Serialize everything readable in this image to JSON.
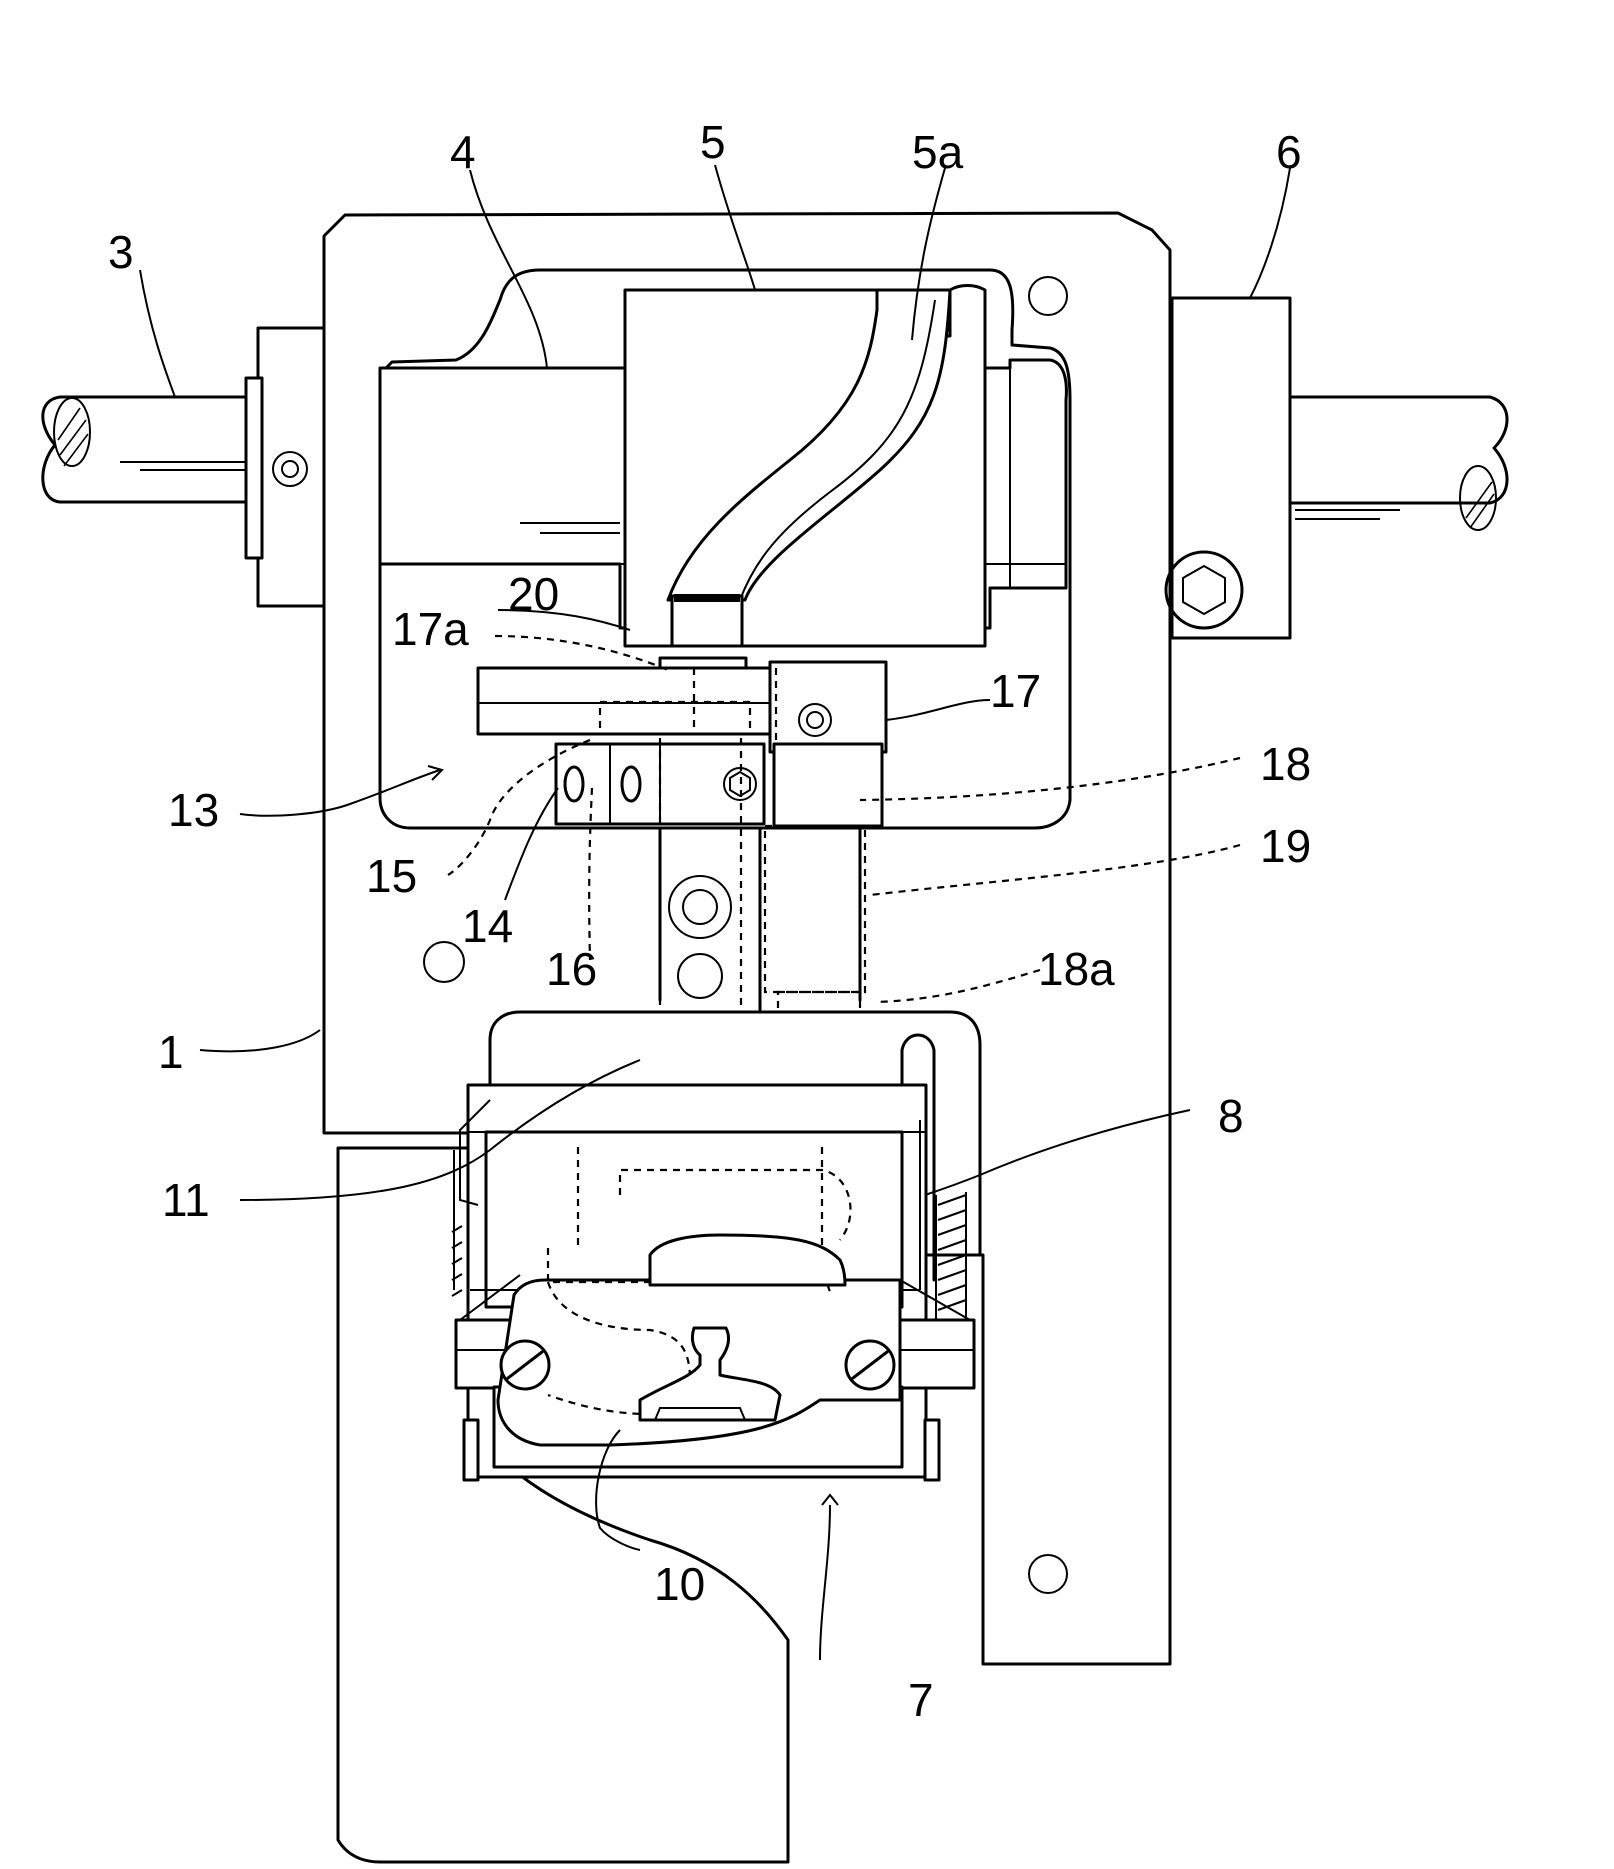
{
  "figure": {
    "background": "#ffffff",
    "ink": "#000000",
    "labels": {
      "l1": "1",
      "l3": "3",
      "l4": "4",
      "l5": "5",
      "l5a": "5a",
      "l6": "6",
      "l7": "7",
      "l8": "8",
      "l10": "10",
      "l11": "11",
      "l13": "13",
      "l14": "14",
      "l15": "15",
      "l16": "16",
      "l17": "17",
      "l17a": "17a",
      "l18": "18",
      "l18a": "18a",
      "l19": "19",
      "l20": "20"
    }
  }
}
